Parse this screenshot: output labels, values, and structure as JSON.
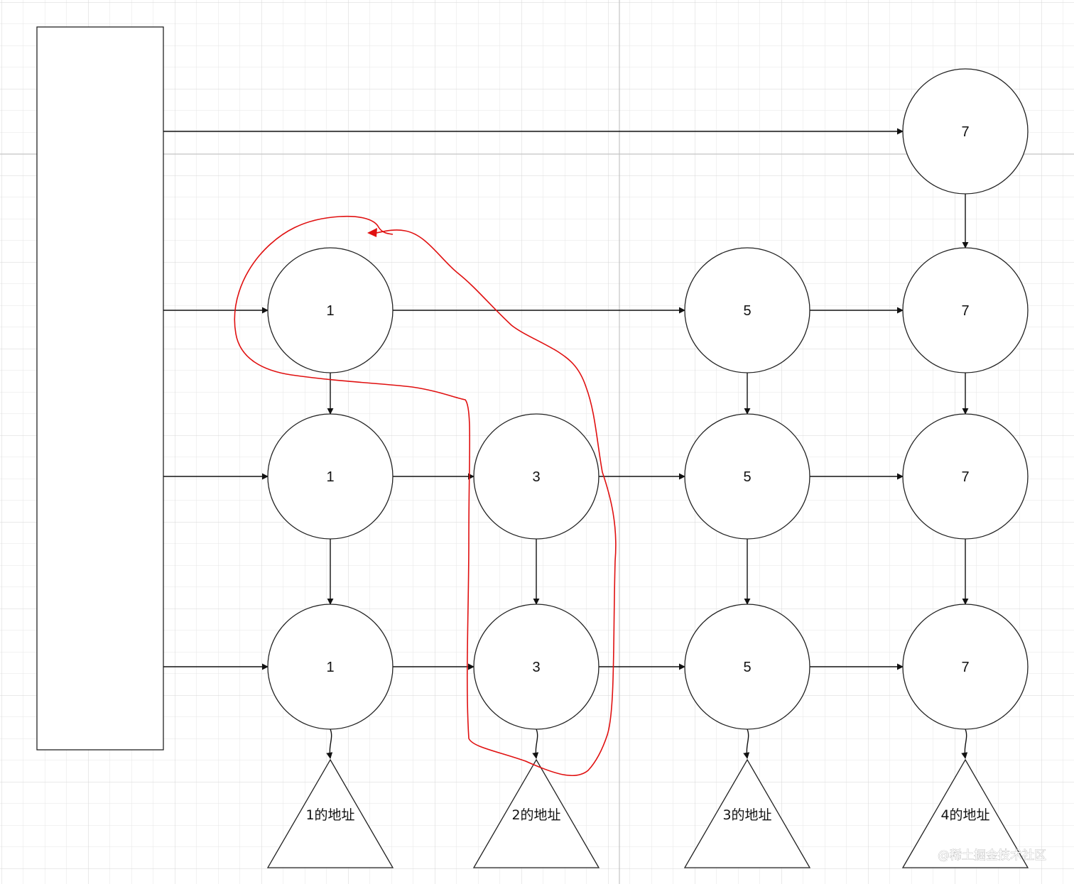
{
  "diagram": {
    "levels": [
      {
        "level": 4,
        "nodes": [
          {
            "col": 4,
            "value": "7"
          }
        ]
      },
      {
        "level": 3,
        "nodes": [
          {
            "col": 1,
            "value": "1"
          },
          {
            "col": 3,
            "value": "5"
          },
          {
            "col": 4,
            "value": "7"
          }
        ]
      },
      {
        "level": 2,
        "nodes": [
          {
            "col": 1,
            "value": "1"
          },
          {
            "col": 2,
            "value": "3"
          },
          {
            "col": 3,
            "value": "5"
          },
          {
            "col": 4,
            "value": "7"
          }
        ]
      },
      {
        "level": 1,
        "nodes": [
          {
            "col": 1,
            "value": "1"
          },
          {
            "col": 2,
            "value": "3"
          },
          {
            "col": 3,
            "value": "5"
          },
          {
            "col": 4,
            "value": "7"
          }
        ]
      }
    ],
    "leaves": [
      {
        "col": 1,
        "label": "1的地址"
      },
      {
        "col": 2,
        "label": "2的地址"
      },
      {
        "col": 3,
        "label": "3的地址"
      },
      {
        "col": 4,
        "label": "4的地址"
      }
    ],
    "search_path_color": "#e01010"
  },
  "watermark": {
    "text": "@稀土掘金技术社区"
  }
}
